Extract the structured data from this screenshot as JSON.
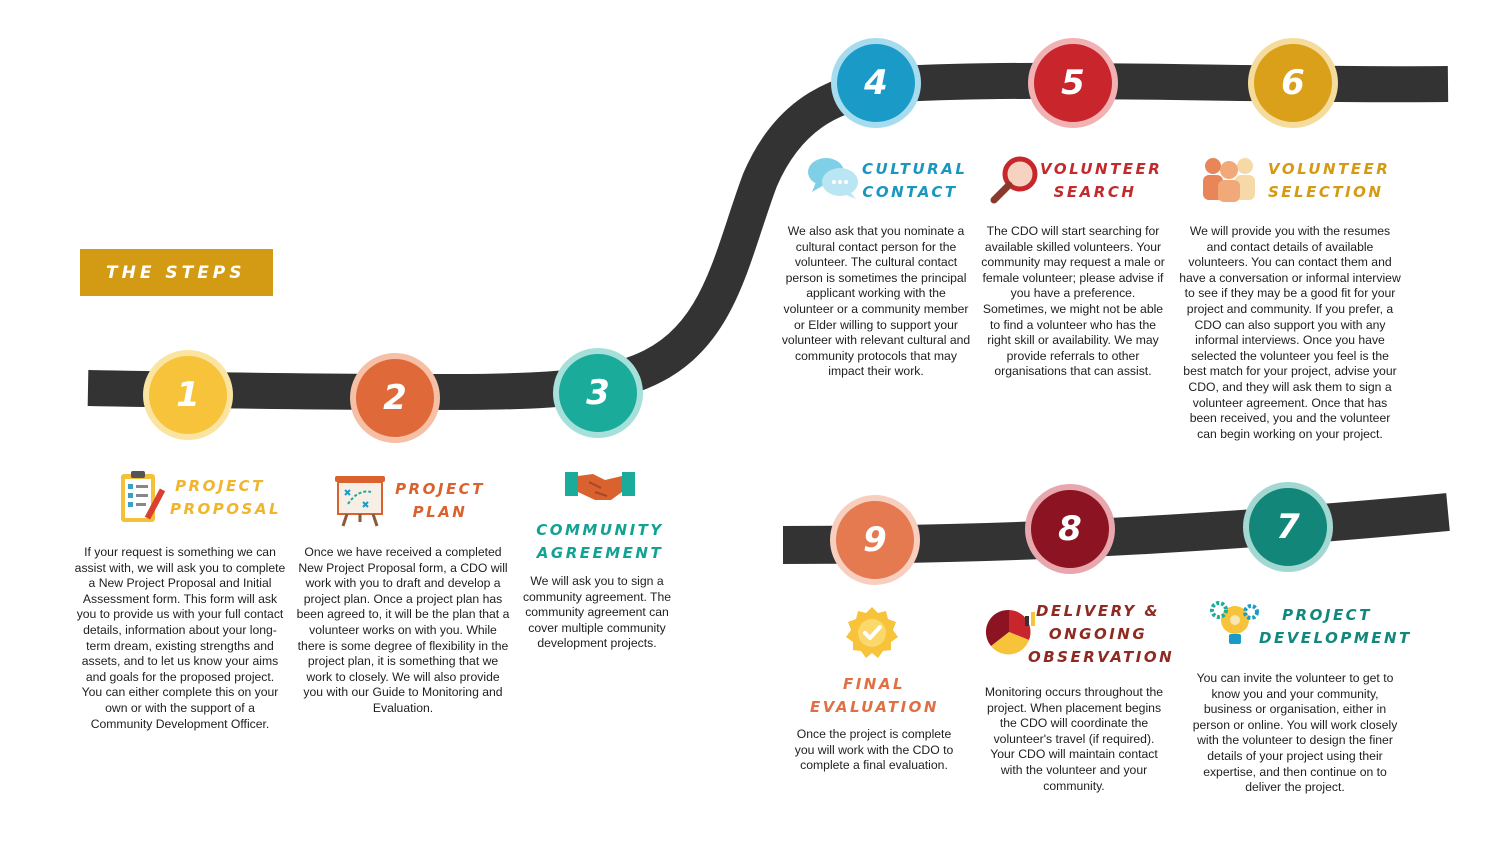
{
  "banner": {
    "label": "THE STEPS"
  },
  "steps": [
    {
      "number": "1",
      "title_line1": "PROJECT",
      "title_line2": "PROPOSAL",
      "description": "If your request is something we can assist with, we will ask you to complete a New Project Proposal and Initial Assessment form. This form will ask you to provide us with your full contact details, information about your long-term dream, existing strengths and assets, and to let us know your aims and goals for the proposed project. You can either complete this on your own or with the support of a Community Development Officer.",
      "icon": "clipboard-checklist-icon",
      "color": "#f7c33a",
      "ring": "#fbe3a0",
      "title_color": "#f0b52c"
    },
    {
      "number": "2",
      "title_line1": "PROJECT",
      "title_line2": "PLAN",
      "description": "Once we have received a completed New Project Proposal form, a CDO will work with you to draft and develop a project plan. Once a project plan has been agreed to, it will be the plan that a volunteer works on with you. While there is some degree of flexibility in the project plan, it is something that we work to closely. We will also provide you with our Guide to Monitoring and Evaluation.",
      "icon": "strategy-board-icon",
      "color": "#e0693a",
      "ring": "#f5c0a5",
      "title_color": "#d9622e"
    },
    {
      "number": "3",
      "title_line1": "COMMUNITY",
      "title_line2": "AGREEMENT",
      "description": "We will ask you to sign a community agreement. The community agreement can cover multiple community development projects.",
      "icon": "handshake-icon",
      "color": "#1aab9b",
      "ring": "#a6e0da",
      "title_color": "#12a294"
    },
    {
      "number": "4",
      "title_line1": "CULTURAL",
      "title_line2": "CONTACT",
      "description": "We also ask that you nominate a cultural contact person for the volunteer. The cultural contact person is sometimes the principal applicant working with the volunteer or a community member or Elder willing to support your volunteer with relevant cultural and community protocols that may impact their work.",
      "icon": "chat-bubbles-icon",
      "color": "#1a9bc7",
      "ring": "#a7dcef",
      "title_color": "#1a96c0"
    },
    {
      "number": "5",
      "title_line1": "VOLUNTEER",
      "title_line2": "SEARCH",
      "description": "The CDO will start searching for available skilled volunteers. Your community may request a male or female volunteer; please advise if you have a preference. Sometimes, we might not be able to find a volunteer who has the right skill or availability. We may provide referrals to other organisations that can assist.",
      "icon": "magnifier-icon",
      "color": "#c8262c",
      "ring": "#f2b1b3",
      "title_color": "#c22a2e"
    },
    {
      "number": "6",
      "title_line1": "VOLUNTEER",
      "title_line2": "SELECTION",
      "description": "We will provide you with the resumes and contact details of available volunteers. You can contact them and have a conversation or informal interview to see if they may be a good fit for your project and community. If you prefer, a CDO can also support you with any informal interviews. Once you have selected the volunteer you feel is the best match for your project, advise your CDO, and they will ask them to sign a volunteer agreement. Once that has been received, you and the volunteer can begin working on your project.",
      "icon": "people-group-icon",
      "color": "#dba01a",
      "ring": "#f5dc9d",
      "title_color": "#d49a14"
    },
    {
      "number": "7",
      "title_line1": "PROJECT",
      "title_line2": "DEVELOPMENT",
      "description": "You can invite the volunteer to get to know you and your community, business or organisation, either in person or online. You will work closely with the volunteer to design the finer details of your project using their expertise, and then continue on to deliver the project.",
      "icon": "lightbulb-gears-icon",
      "color": "#13867a",
      "ring": "#a3d8d2",
      "title_color": "#12877b"
    },
    {
      "number": "8",
      "title_line1": "DELIVERY &",
      "title_line2": "ONGOING",
      "title_line3": "OBSERVATION",
      "description": "Monitoring occurs throughout the project. When placement begins the CDO will coordinate the volunteer's travel (if required). Your CDO will maintain contact with the volunteer and your community.",
      "icon": "pie-chart-icon",
      "color": "#8c1422",
      "ring": "#e8a6ad",
      "title_color": "#8f2a22"
    },
    {
      "number": "9",
      "title_line1": "FINAL",
      "title_line2": "EVALUATION",
      "description": "Once the project is complete you will work with the CDO to complete a final evaluation.",
      "icon": "check-seal-icon",
      "color": "#e57a51",
      "ring": "#f8cfbe",
      "title_color": "#e07043"
    }
  ]
}
